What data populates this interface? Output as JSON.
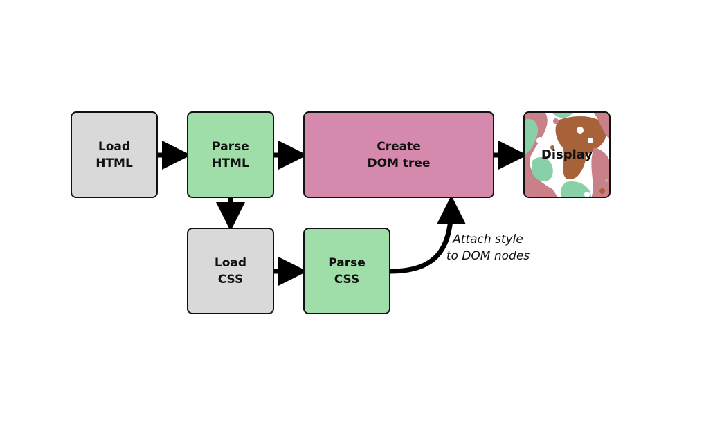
{
  "diagram": {
    "nodes": [
      {
        "id": "load-html",
        "lines": [
          "Load",
          "HTML"
        ],
        "color": "#d9d9d9"
      },
      {
        "id": "parse-html",
        "lines": [
          "Parse",
          "HTML"
        ],
        "color": "#a0dea9"
      },
      {
        "id": "create-dom",
        "lines": [
          "Create",
          "DOM tree"
        ],
        "color": "#d489ad"
      },
      {
        "id": "display",
        "lines": [
          "Display"
        ],
        "color": "patterned"
      },
      {
        "id": "load-css",
        "lines": [
          "Load",
          "CSS"
        ],
        "color": "#d9d9d9"
      },
      {
        "id": "parse-css",
        "lines": [
          "Parse",
          "CSS"
        ],
        "color": "#a0dea9"
      }
    ],
    "edges": [
      {
        "from": "load-html",
        "to": "parse-html",
        "label": ""
      },
      {
        "from": "parse-html",
        "to": "create-dom",
        "label": ""
      },
      {
        "from": "create-dom",
        "to": "display",
        "label": ""
      },
      {
        "from": "parse-html",
        "to": "load-css",
        "label": ""
      },
      {
        "from": "load-css",
        "to": "parse-css",
        "label": ""
      },
      {
        "from": "parse-css",
        "to": "create-dom",
        "label_lines": [
          "Attach style",
          "to DOM nodes"
        ]
      }
    ],
    "display_pattern_colors": {
      "green": "#88d0a8",
      "rose": "#c98089",
      "brown": "#a8623a",
      "white": "#ffffff"
    }
  }
}
